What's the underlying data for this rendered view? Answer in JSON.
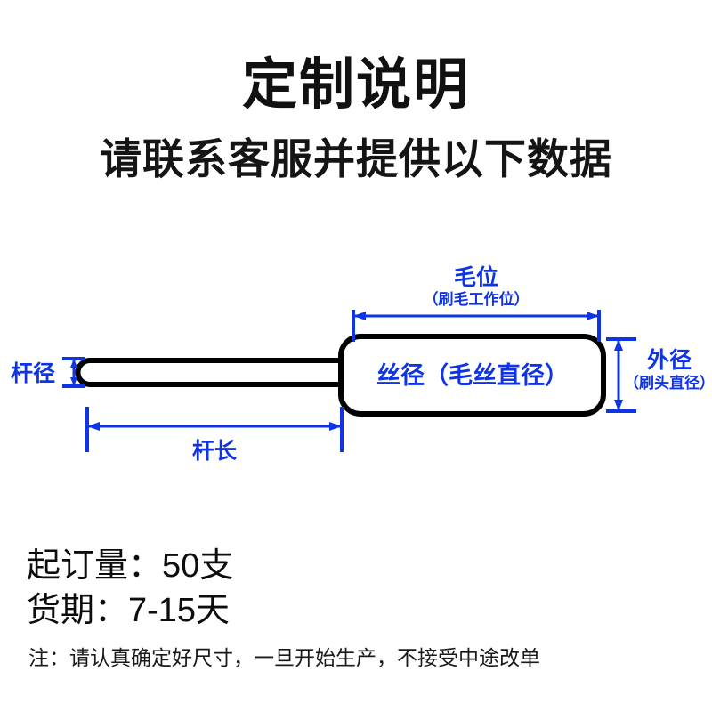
{
  "page": {
    "background": "#ffffff",
    "accent_blue": "#0e34e6",
    "line_black": "#000000"
  },
  "header": {
    "title": "定制说明",
    "subtitle": "请联系客服并提供以下数据"
  },
  "diagram": {
    "name": "brush-dimension-diagram",
    "labels": {
      "rod_diameter": "杆径",
      "rod_length": "杆长",
      "bristle_length": "毛位",
      "bristle_length_sub": "（刷毛工作位）",
      "wire_diameter": "丝径（毛丝直径）",
      "outer_diameter": "外径",
      "outer_diameter_sub": "（刷头直径）"
    }
  },
  "order_info": {
    "moq": "起订量：50支",
    "lead_time": "货期：7-15天",
    "note": "注：请认真确定好尺寸，一旦开始生产，不接受中途改单"
  }
}
